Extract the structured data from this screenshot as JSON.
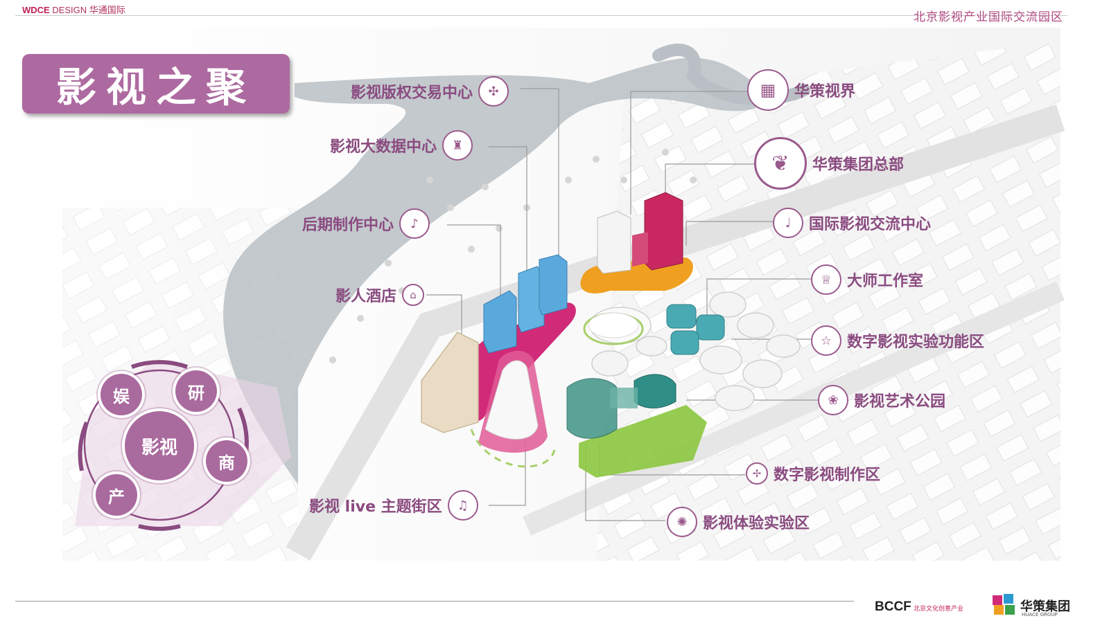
{
  "header": {
    "brand_bold": "WDCE",
    "brand_rest": " DESIGN 华通国际",
    "project": "北京影视产业国际交流园区"
  },
  "title": "影视之聚",
  "wheel": {
    "center": "影视",
    "nodes": [
      "娱",
      "研",
      "商",
      "产"
    ]
  },
  "labels_left": [
    {
      "text": "影视版权交易中心",
      "icon": "puzzle-icon"
    },
    {
      "text": "影视大数据中心",
      "icon": "tower-icon"
    },
    {
      "text": "后期制作中心",
      "icon": "music-note-icon"
    },
    {
      "text": "影人酒店",
      "icon": "bed-icon"
    },
    {
      "text": "影视 live 主题街区",
      "icon": "microphone-icon"
    }
  ],
  "labels_right": [
    {
      "text": "华策视界",
      "icon": "stage-icon"
    },
    {
      "text": "华策集团总部",
      "icon": "plant-icon"
    },
    {
      "text": "国际影视交流中心",
      "icon": "guitar-icon"
    },
    {
      "text": "大师工作室",
      "icon": "trophy-icon"
    },
    {
      "text": "数字影视实验功能区",
      "icon": "star-icon"
    },
    {
      "text": "影视艺术公园",
      "icon": "tree-icon"
    },
    {
      "text": "数字影视制作区",
      "icon": "fan-icon"
    },
    {
      "text": "影视体验实验区",
      "icon": "atom-icon"
    }
  ],
  "footer": {
    "bccf": "BCCF",
    "bccf_sub": "北京文化创意产业",
    "huace": "华策集团",
    "huace_sub": "HUACE GROUP"
  },
  "colors": {
    "accent": "#ad6aa0",
    "magenta": "#d02a78",
    "blue": "#4aa3d8",
    "teal": "#2f8f86",
    "green": "#7ec23a",
    "orange": "#f0a020",
    "river": "#b9bfc4"
  }
}
